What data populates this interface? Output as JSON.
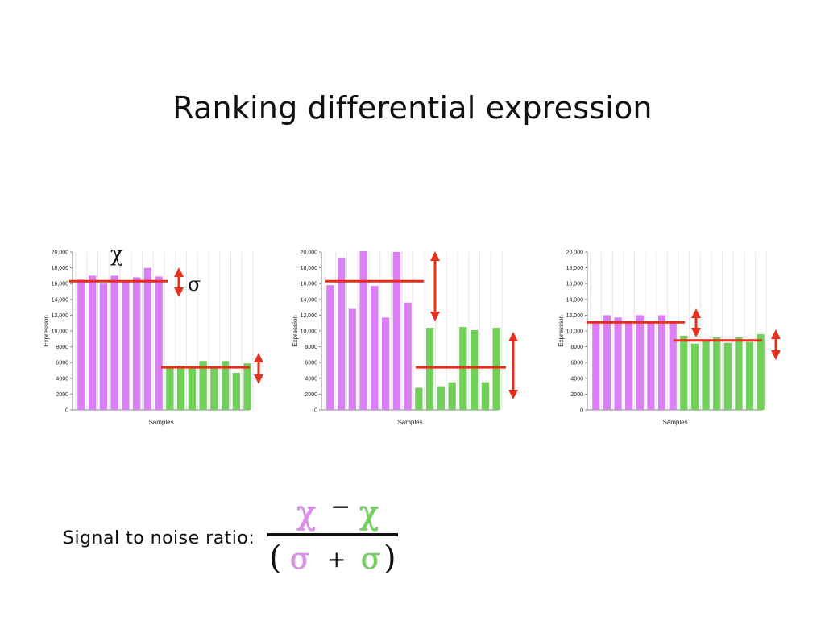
{
  "title": "Ranking differential expression",
  "symbols": {
    "mean": "χ",
    "sigma": "σ",
    "minus": "−",
    "plus": "+",
    "open_paren": "(",
    "close_paren": ")"
  },
  "snr_label": "Signal to noise ratio:",
  "colors": {
    "group1": "#da7ff6",
    "group2": "#72cf5c",
    "mean_line": "#ea2b1a",
    "arrow": "#e8311c",
    "grid": "#e6e6e6",
    "axis": "#888888"
  },
  "chart_data": [
    {
      "type": "bar",
      "xlabel": "Samples",
      "ylabel": "Expression",
      "ylim": [
        0,
        20000
      ],
      "yticks": [
        "0",
        "2000",
        "4000",
        "6000",
        "8000",
        "10,000",
        "12,000",
        "14,000",
        "16,000",
        "18,000",
        "20,000"
      ],
      "series": [
        {
          "values": [
            16500,
            17000,
            16000,
            17000,
            16200,
            16800,
            18000,
            16900
          ]
        },
        {
          "values": [
            5300,
            5600,
            5500,
            6200,
            5500,
            6200,
            4700,
            5900
          ]
        }
      ],
      "means": [
        16300,
        5400
      ],
      "annotations": [
        "χ",
        "σ"
      ]
    },
    {
      "type": "bar",
      "xlabel": "Samples",
      "ylabel": "Expression",
      "ylim": [
        0,
        20000
      ],
      "yticks": [
        "0",
        "2000",
        "4000",
        "6000",
        "8000",
        "10,000",
        "12,000",
        "14,000",
        "16,000",
        "18,000",
        "20,000"
      ],
      "series": [
        {
          "values": [
            15800,
            19300,
            12800,
            20100,
            15700,
            11700,
            20000,
            13600
          ]
        },
        {
          "values": [
            2800,
            10400,
            3000,
            3500,
            10500,
            10100,
            3500,
            10400
          ]
        }
      ],
      "means": [
        16300,
        5400
      ]
    },
    {
      "type": "bar",
      "xlabel": "Samples",
      "ylabel": "Expression",
      "ylim": [
        0,
        20000
      ],
      "yticks": [
        "0",
        "2000",
        "4000",
        "6000",
        "8000",
        "10,000",
        "12,000",
        "14,000",
        "16,000",
        "18,000",
        "20,000"
      ],
      "series": [
        {
          "values": [
            11100,
            12000,
            11700,
            11000,
            12000,
            11000,
            12000,
            11000
          ]
        },
        {
          "values": [
            9400,
            8400,
            8800,
            9200,
            8500,
            9200,
            8600,
            9600
          ]
        }
      ],
      "means": [
        11100,
        8800
      ]
    }
  ]
}
